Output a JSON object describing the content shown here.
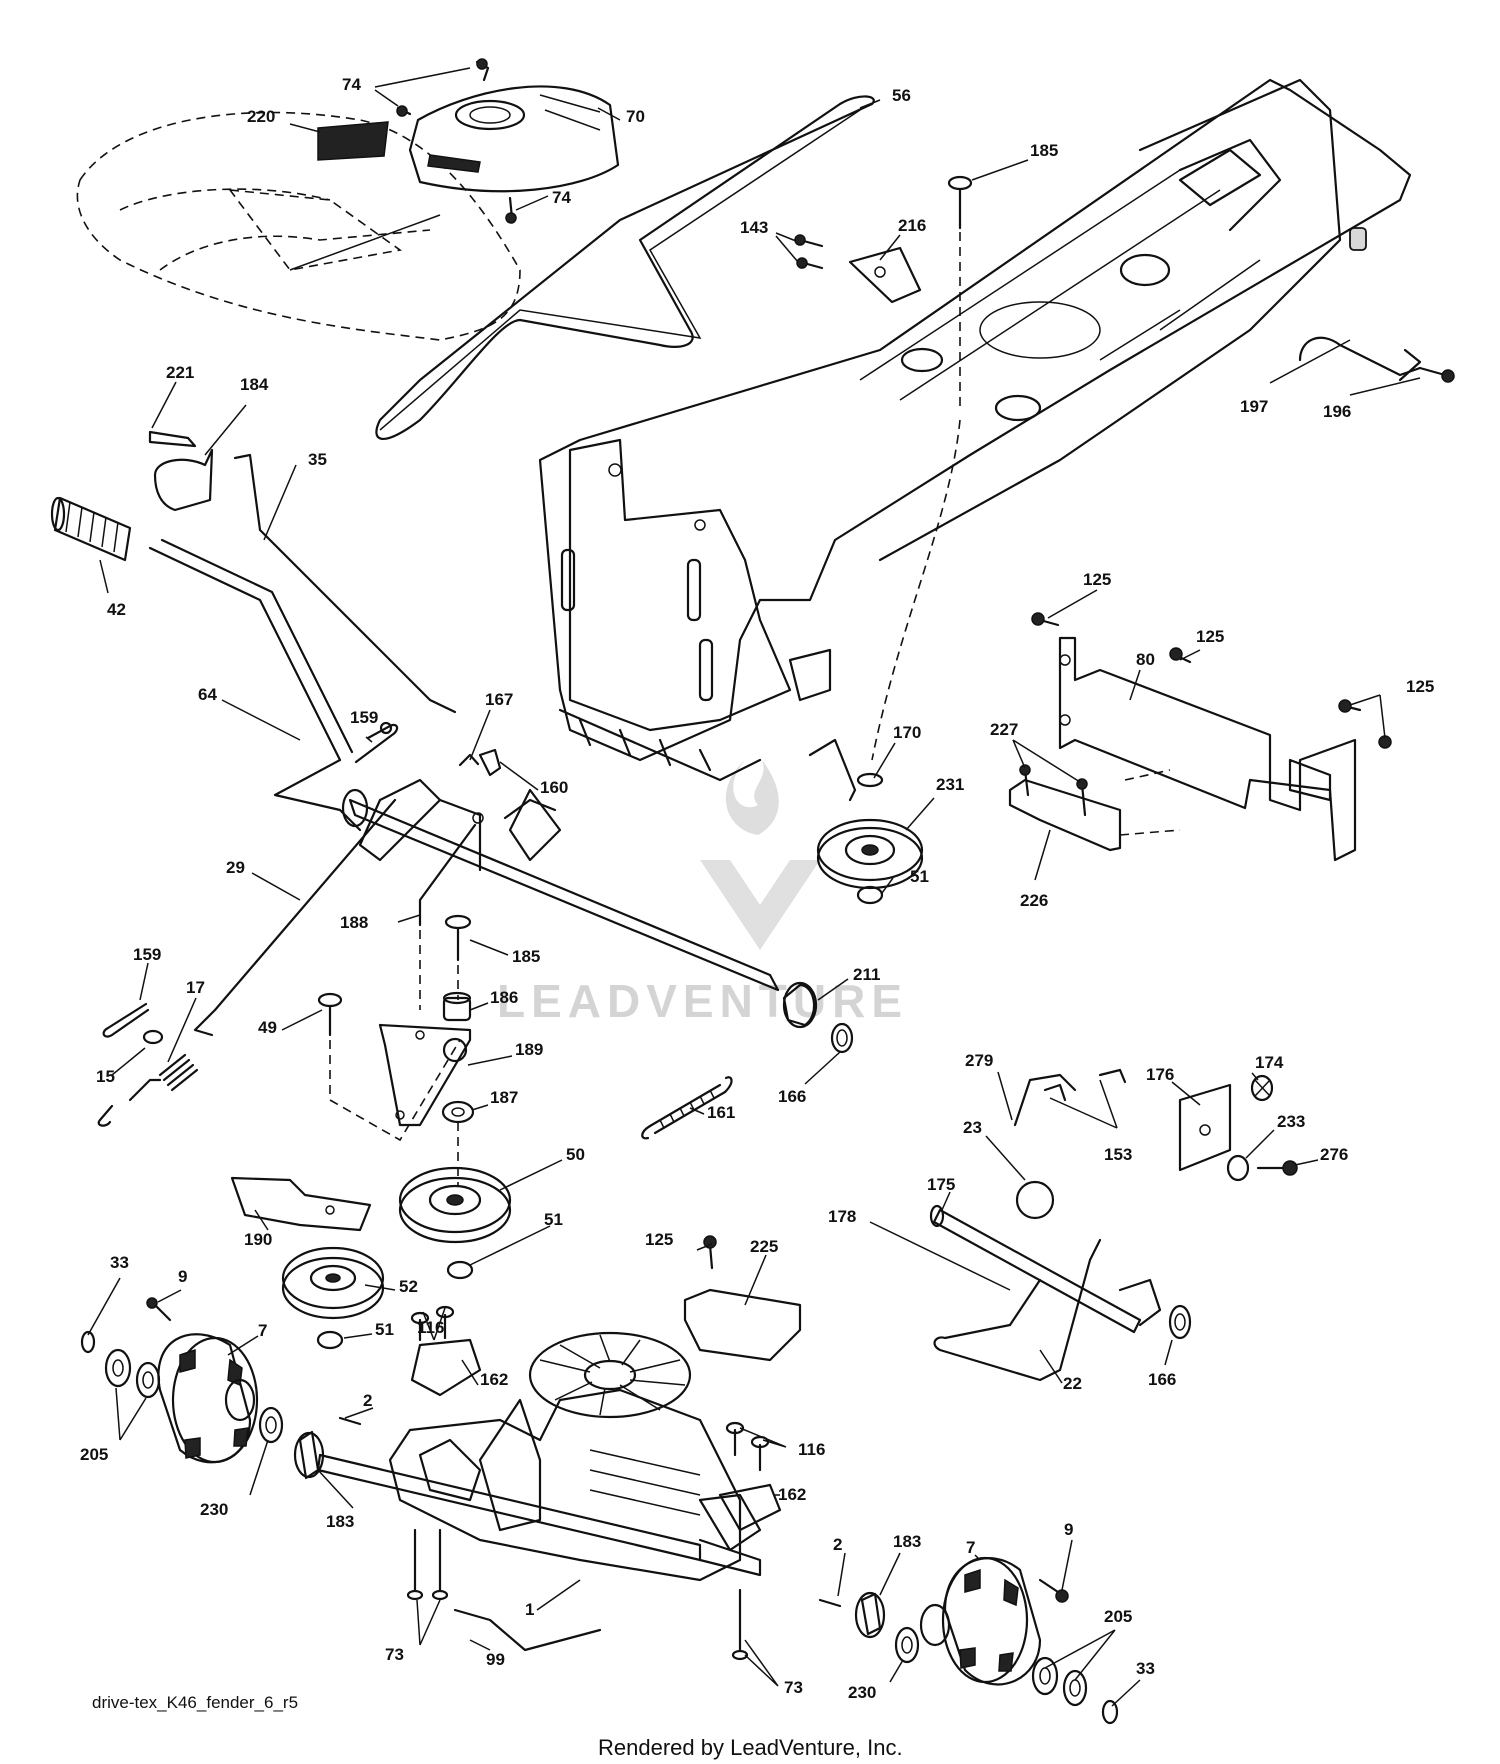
{
  "diagram": {
    "code": "drive-tex_K46_fender_6_r5",
    "rendered_by": "Rendered by LeadVenture, Inc.",
    "watermark": "LEADVENTURE",
    "callouts": [
      {
        "id": "c74a",
        "label": "74"
      },
      {
        "id": "c220",
        "label": "220"
      },
      {
        "id": "c70",
        "label": "70"
      },
      {
        "id": "c56",
        "label": "56"
      },
      {
        "id": "c74b",
        "label": "74"
      },
      {
        "id": "c185a",
        "label": "185"
      },
      {
        "id": "c143",
        "label": "143"
      },
      {
        "id": "c216",
        "label": "216"
      },
      {
        "id": "c197",
        "label": "197"
      },
      {
        "id": "c196",
        "label": "196"
      },
      {
        "id": "c221",
        "label": "221"
      },
      {
        "id": "c184",
        "label": "184"
      },
      {
        "id": "c35",
        "label": "35"
      },
      {
        "id": "c42",
        "label": "42"
      },
      {
        "id": "c125a",
        "label": "125"
      },
      {
        "id": "c80",
        "label": "80"
      },
      {
        "id": "c125b",
        "label": "125"
      },
      {
        "id": "c125c",
        "label": "125"
      },
      {
        "id": "c64",
        "label": "64"
      },
      {
        "id": "c159a",
        "label": "159"
      },
      {
        "id": "c167",
        "label": "167"
      },
      {
        "id": "c160",
        "label": "160"
      },
      {
        "id": "c170",
        "label": "170"
      },
      {
        "id": "c227",
        "label": "227"
      },
      {
        "id": "c231",
        "label": "231"
      },
      {
        "id": "c29",
        "label": "29"
      },
      {
        "id": "c51a",
        "label": "51"
      },
      {
        "id": "c226",
        "label": "226"
      },
      {
        "id": "c188",
        "label": "188"
      },
      {
        "id": "c185b",
        "label": "185"
      },
      {
        "id": "c159b",
        "label": "159"
      },
      {
        "id": "c17",
        "label": "17"
      },
      {
        "id": "c211",
        "label": "211"
      },
      {
        "id": "c186",
        "label": "186"
      },
      {
        "id": "c49",
        "label": "49"
      },
      {
        "id": "c15",
        "label": "15"
      },
      {
        "id": "c189",
        "label": "189"
      },
      {
        "id": "c166a",
        "label": "166"
      },
      {
        "id": "c279",
        "label": "279"
      },
      {
        "id": "c176",
        "label": "176"
      },
      {
        "id": "c174",
        "label": "174"
      },
      {
        "id": "c187",
        "label": "187"
      },
      {
        "id": "c161",
        "label": "161"
      },
      {
        "id": "c23",
        "label": "23"
      },
      {
        "id": "c233",
        "label": "233"
      },
      {
        "id": "c153",
        "label": "153"
      },
      {
        "id": "c276",
        "label": "276"
      },
      {
        "id": "c50",
        "label": "50"
      },
      {
        "id": "c175",
        "label": "175"
      },
      {
        "id": "c178",
        "label": "178"
      },
      {
        "id": "c190",
        "label": "190"
      },
      {
        "id": "c51b",
        "label": "51"
      },
      {
        "id": "c125d",
        "label": "125"
      },
      {
        "id": "c225",
        "label": "225"
      },
      {
        "id": "c33a",
        "label": "33"
      },
      {
        "id": "c9a",
        "label": "9"
      },
      {
        "id": "c52",
        "label": "52"
      },
      {
        "id": "c7a",
        "label": "7"
      },
      {
        "id": "c51c",
        "label": "51"
      },
      {
        "id": "c116a",
        "label": "116"
      },
      {
        "id": "c22",
        "label": "22"
      },
      {
        "id": "c166b",
        "label": "166"
      },
      {
        "id": "c162a",
        "label": "162"
      },
      {
        "id": "c2a",
        "label": "2"
      },
      {
        "id": "c205a",
        "label": "205"
      },
      {
        "id": "c116b",
        "label": "116"
      },
      {
        "id": "c230a",
        "label": "230"
      },
      {
        "id": "c183a",
        "label": "183"
      },
      {
        "id": "c162b",
        "label": "162"
      },
      {
        "id": "c2b",
        "label": "2"
      },
      {
        "id": "c183b",
        "label": "183"
      },
      {
        "id": "c7b",
        "label": "7"
      },
      {
        "id": "c9b",
        "label": "9"
      },
      {
        "id": "c1",
        "label": "1"
      },
      {
        "id": "c73a",
        "label": "73"
      },
      {
        "id": "c99",
        "label": "99"
      },
      {
        "id": "c205b",
        "label": "205"
      },
      {
        "id": "c73b",
        "label": "73"
      },
      {
        "id": "c33b",
        "label": "33"
      },
      {
        "id": "c230b",
        "label": "230"
      }
    ]
  }
}
